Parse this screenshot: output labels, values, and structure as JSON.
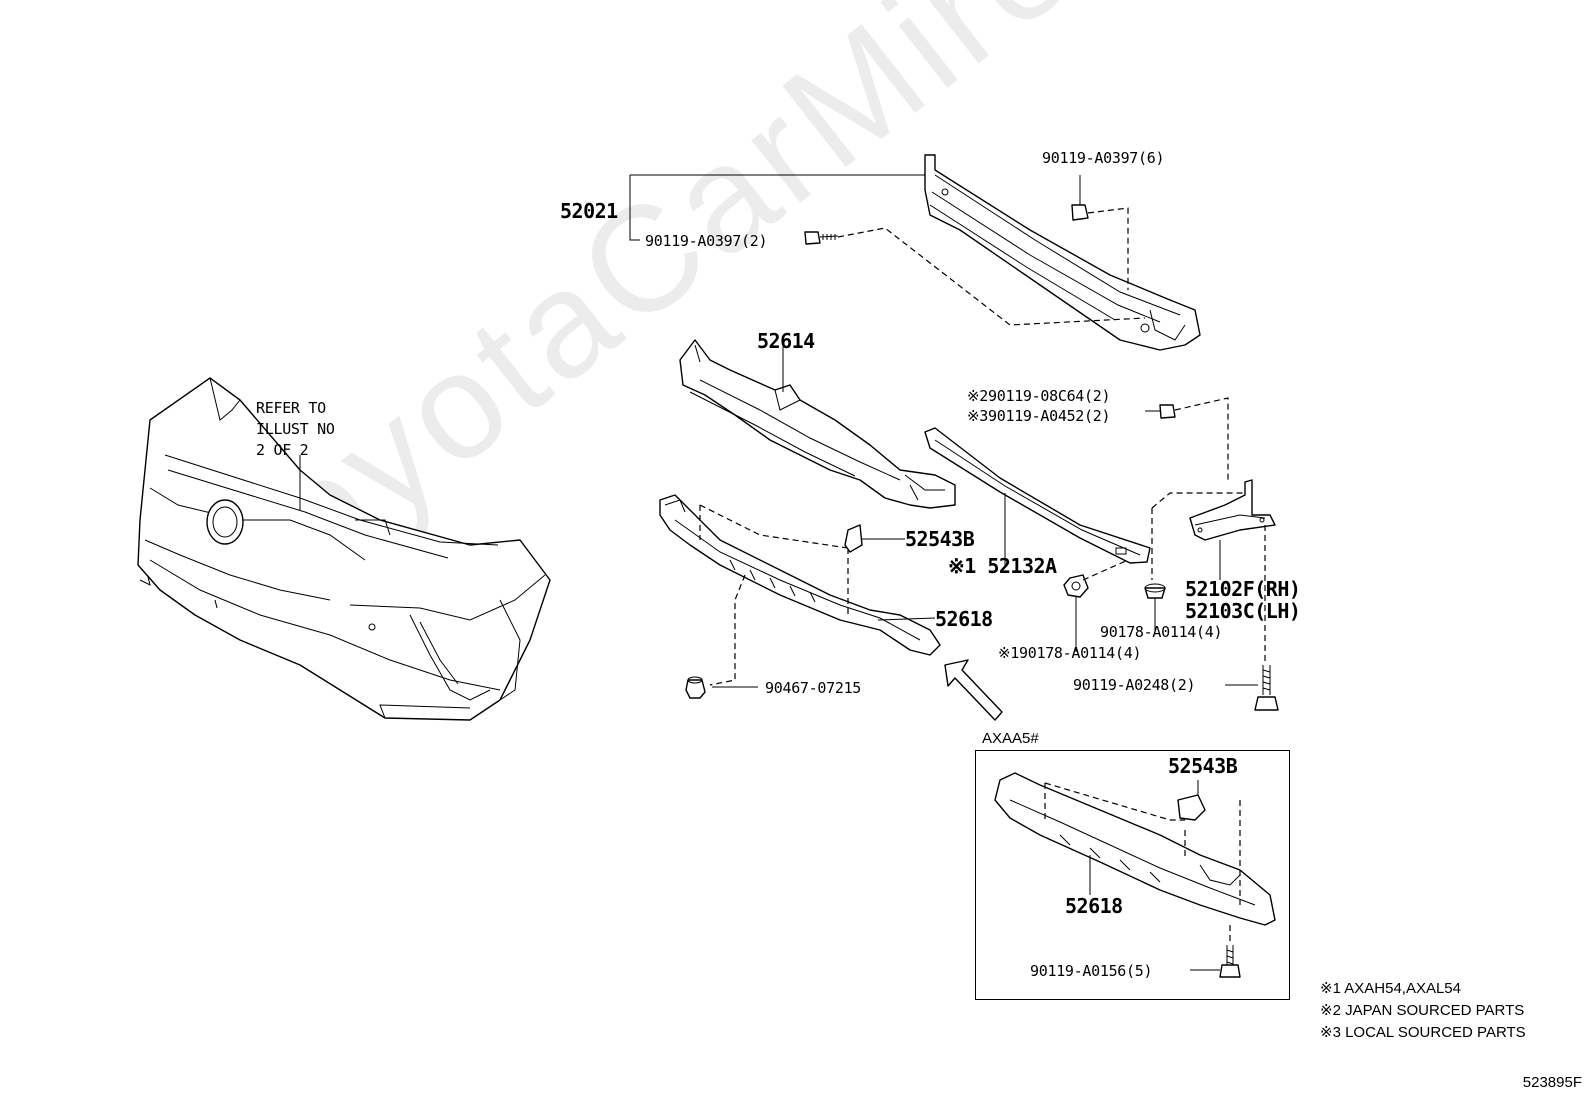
{
  "watermark": "ToyotaCarMire.ru",
  "diagram_id": "523895F",
  "refer_note": "REFER TO\nILLUST NO\n2 OF 2",
  "variant_tag": "AXAA5#",
  "parts": {
    "p52021": "52021",
    "p90119_A0397_6": "90119-A0397(6)",
    "p90119_A0397_2": "90119-A0397(2)",
    "p52614": "52614",
    "p90119_08C64": "※290119-08C64(2)",
    "p90119_A0452": "※390119-A0452(2)",
    "p52543B": "52543B",
    "p52132A": "※1 52132A",
    "p52102F": "52102F(RH)",
    "p52103C": "52103C(LH)",
    "p52618": "52618",
    "p90178_A0114": "90178-A0114(4)",
    "p90178_A0114_s1": "※190178-A0114(4)",
    "p90467": "90467-07215",
    "p90119_A0248": "90119-A0248(2)",
    "p52543B_b": "52543B",
    "p52618_b": "52618",
    "p90119_A0156": "90119-A0156(5)"
  },
  "notes": {
    "n1": "※1 AXAH54,AXAL54",
    "n2": "※2 JAPAN SOURCED PARTS",
    "n3": "※3 LOCAL SOURCED PARTS"
  }
}
